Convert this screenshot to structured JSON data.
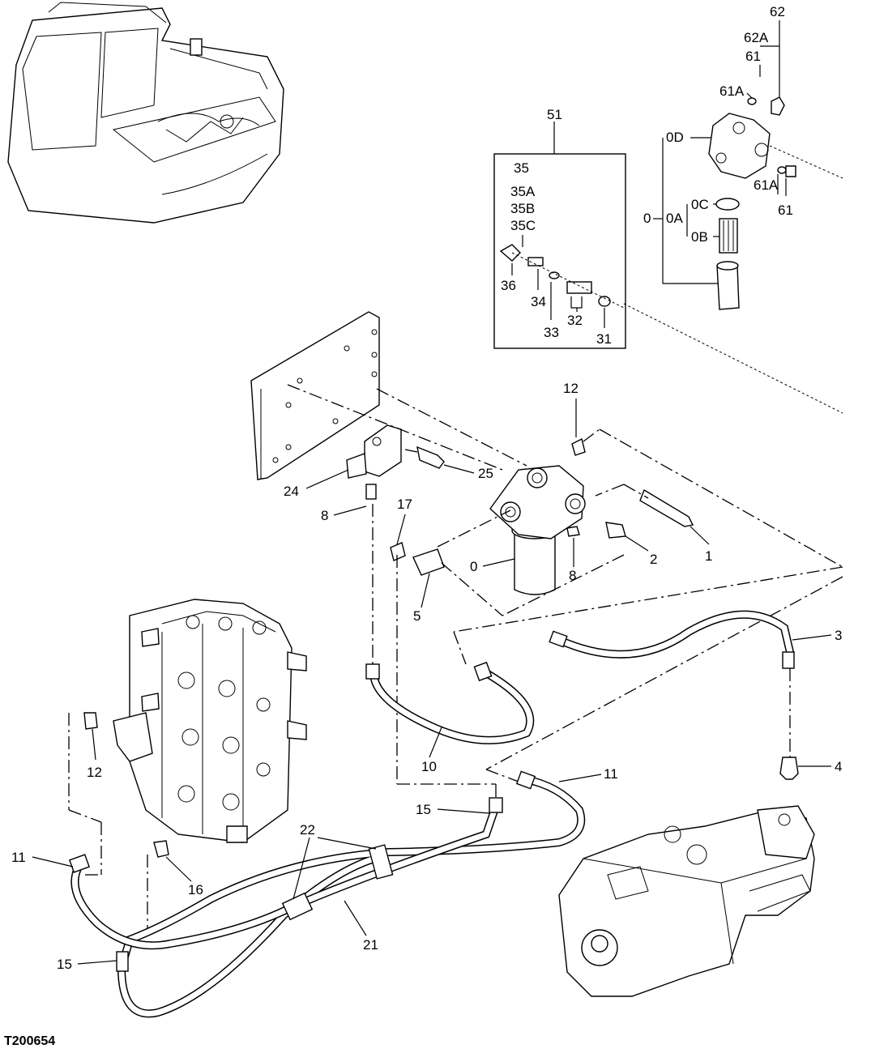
{
  "figure_id": "T200654",
  "kit_box_label": "51",
  "labels": {
    "l0": "0",
    "l0A": "0A",
    "l0B": "0B",
    "l0C": "0C",
    "l0D": "0D",
    "l0root": "0",
    "l1": "1",
    "l2": "2",
    "l3": "3",
    "l4": "4",
    "l5": "5",
    "l8a": "8",
    "l8b": "8",
    "l10": "10",
    "l11a": "11",
    "l11b": "11",
    "l12a": "12",
    "l12b": "12",
    "l15a": "15",
    "l15b": "15",
    "l16": "16",
    "l17": "17",
    "l21": "21",
    "l22": "22",
    "l24": "24",
    "l25": "25",
    "l31": "31",
    "l32": "32",
    "l33": "33",
    "l34": "34",
    "l35": "35",
    "l35A": "35A",
    "l35B": "35B",
    "l35C": "35C",
    "l36": "36",
    "l61a": "61",
    "l61b": "61",
    "l61Aa": "61A",
    "l61Ab": "61A",
    "l62": "62",
    "l62A": "62A"
  }
}
